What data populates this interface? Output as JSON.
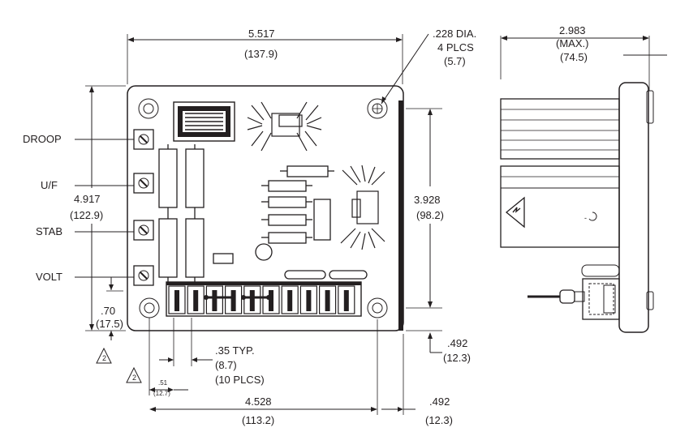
{
  "front_view": {
    "width_in": "5.517",
    "width_mm": "(137.9)",
    "hole_dia": ".228 DIA.",
    "hole_count": "4 PLCS",
    "hole_mm": "(5.7)",
    "height_in": "4.917",
    "height_mm": "(122.9)",
    "hole_spacing_v_in": "3.928",
    "hole_spacing_v_mm": "(98.2)",
    "bottom_offset_in": ".70",
    "bottom_offset_mm": "(17.5)",
    "terminal_pitch_in": ".35 TYP.",
    "terminal_pitch_mm": "(8.7)",
    "terminal_count": "(10 PLCS)",
    "first_terminal_in": ".51",
    "first_terminal_mm": "(12.7)",
    "hole_spacing_h_in": "4.528",
    "hole_spacing_h_mm": "(113.2)",
    "edge_offset_in": ".492",
    "edge_offset_mm": "(12.3)",
    "edge_offset2_in": ".492",
    "edge_offset2_mm": "(12.3)",
    "note_marker": "2"
  },
  "side_view": {
    "depth_in": "2.983",
    "depth_note": "(MAX.)",
    "depth_mm": "(74.5)"
  },
  "potentiometers": [
    {
      "label": "DROOP"
    },
    {
      "label": "U/F"
    },
    {
      "label": "STAB"
    },
    {
      "label": "VOLT"
    }
  ]
}
